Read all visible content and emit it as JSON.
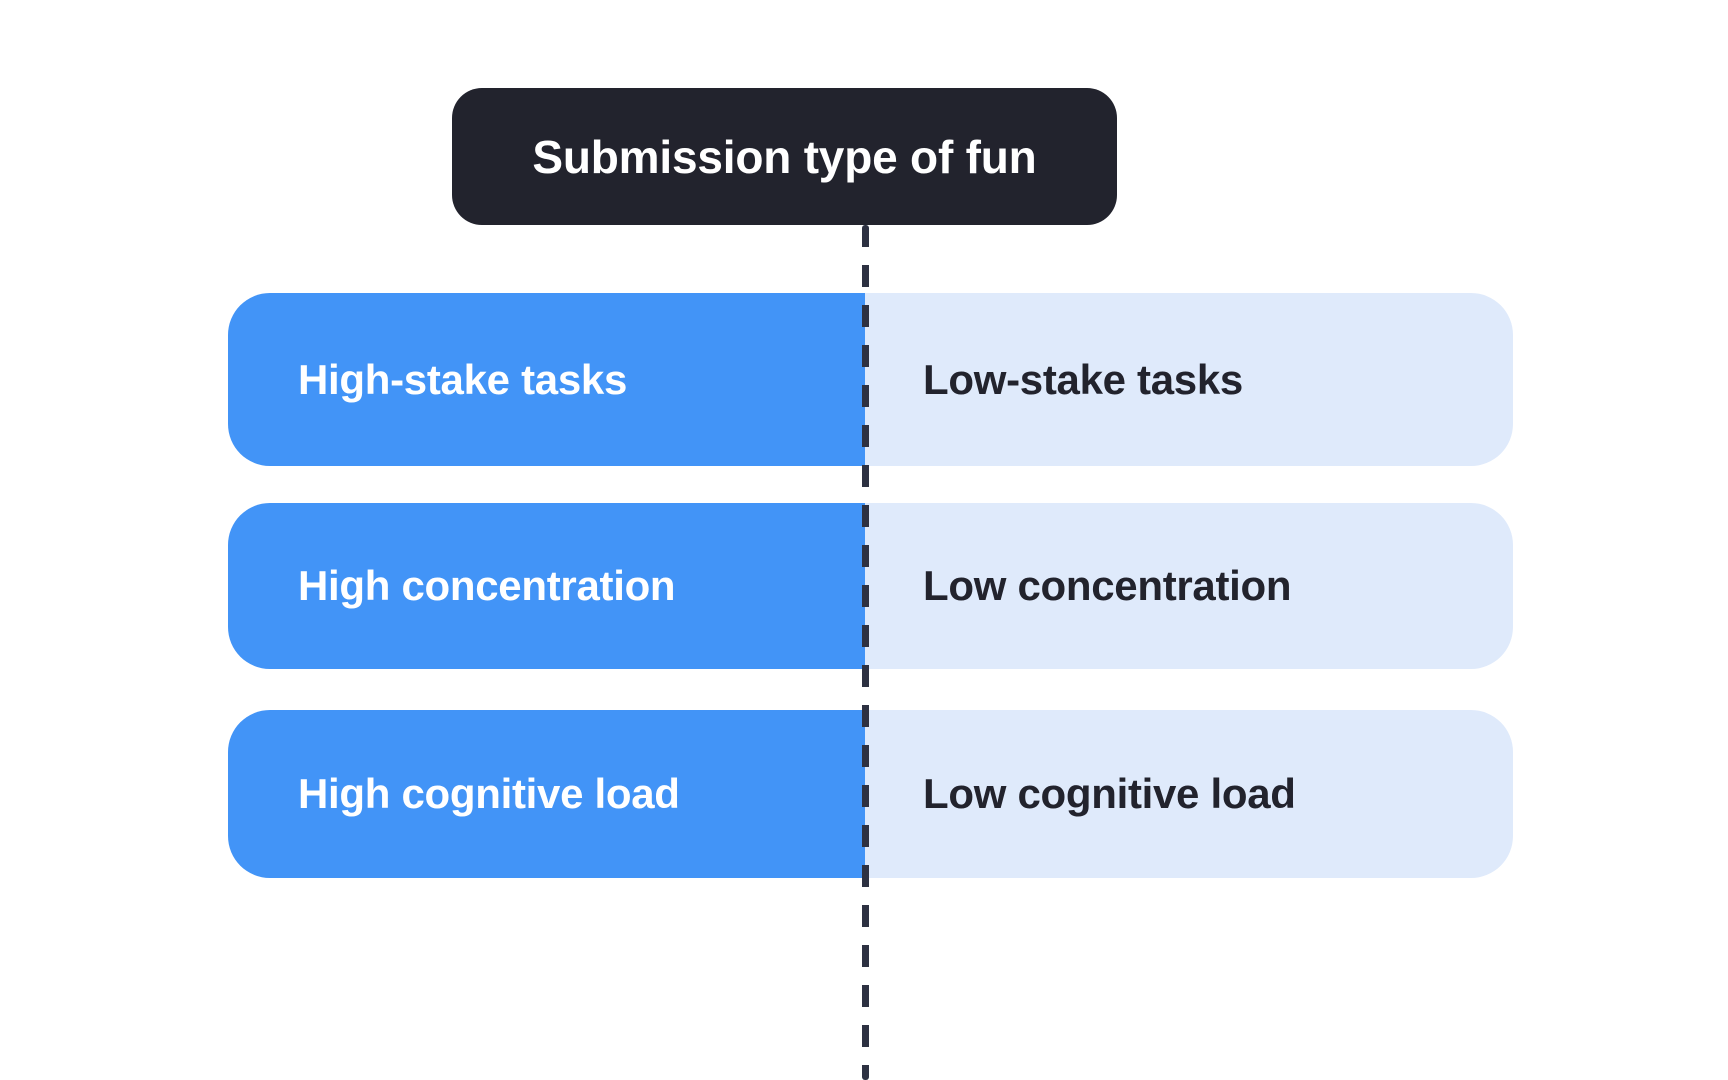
{
  "header": {
    "title": "Submission type of fun",
    "background_color": "#22232D",
    "text_color": "#FFFFFF"
  },
  "divider": {
    "style": "dashed-vertical",
    "color": "#2D3142"
  },
  "colors": {
    "left_fill": "#4294F7",
    "right_fill": "#DFEAFB",
    "left_text": "#FFFFFF",
    "right_text": "#22232D",
    "page_background": "#FFFFFF"
  },
  "comparison": {
    "rows": [
      {
        "left_label": "High-stake tasks",
        "right_label": "Low-stake tasks"
      },
      {
        "left_label": "High concentration",
        "right_label": "Low concentration"
      },
      {
        "left_label": "High cognitive load",
        "right_label": "Low cognitive load"
      }
    ]
  }
}
